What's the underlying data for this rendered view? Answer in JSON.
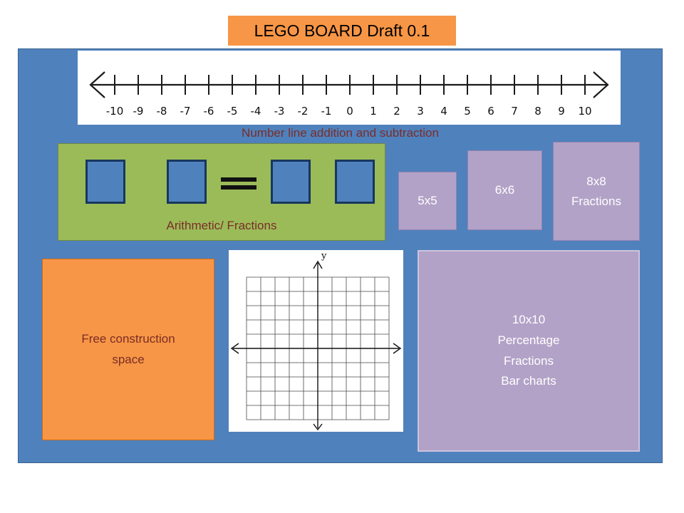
{
  "title": "LEGO BOARD Draft 0.1",
  "colors": {
    "board_blue": "#4f81bd",
    "accent_orange": "#f79646",
    "accent_green": "#9bbb59",
    "accent_purple": "#b2a2c7",
    "label_maroon": "#7b2d27"
  },
  "number_line": {
    "caption": "Number line addition and subtraction",
    "ticks": [
      "-10",
      "-9",
      "-8",
      "-7",
      "-6",
      "-5",
      "-4",
      "-3",
      "-2",
      "-1",
      "0",
      "1",
      "2",
      "3",
      "4",
      "5",
      "6",
      "7",
      "8",
      "9",
      "10"
    ]
  },
  "arithmetic_area": {
    "label": "Arithmetic/ Fractions"
  },
  "grid_5x5": {
    "label": "5x5"
  },
  "grid_6x6": {
    "label": "6x6"
  },
  "grid_8x8": {
    "label_line1": "8x8",
    "label_line2": "Fractions"
  },
  "free_space": {
    "label_line1": "Free construction",
    "label_line2": "space"
  },
  "coordinate_plane": {
    "y_axis_label": "y"
  },
  "grid_10x10": {
    "lines": [
      "10x10",
      "Percentage",
      "Fractions",
      "Bar charts"
    ]
  }
}
